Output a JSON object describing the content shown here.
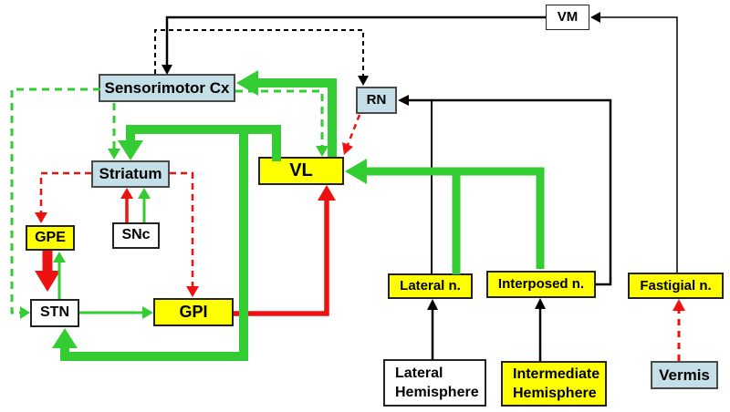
{
  "diagram": {
    "description": "Basal ganglia - cerebellum - thalamus circuit diagram",
    "colors": {
      "excitatory_green": "#33cc33",
      "inhibitory_red": "#ee1111",
      "neutral_black": "#000000",
      "node_yellow": "#ffff00",
      "node_blue": "#c5dfe8",
      "node_white": "#ffffff"
    }
  },
  "nodes": {
    "vm": {
      "label": "VM"
    },
    "sensorimotor_cx": {
      "label": "Sensorimotor Cx"
    },
    "rn": {
      "label": "RN"
    },
    "vl": {
      "label": "VL"
    },
    "striatum": {
      "label": "Striatum"
    },
    "gpe": {
      "label": "GPE"
    },
    "snc": {
      "label": "SNc"
    },
    "stn": {
      "label": "STN"
    },
    "gpi": {
      "label": "GPI"
    },
    "lateral_n": {
      "label": "Lateral n."
    },
    "interposed_n": {
      "label": "Interposed n."
    },
    "fastigial_n": {
      "label": "Fastigial n."
    },
    "lateral_hemisphere": {
      "line1": "Lateral",
      "line2": "Hemisphere"
    },
    "intermediate_hemisphere": {
      "line1": "Intermediate",
      "line2": "Hemisphere"
    },
    "vermis": {
      "label": "Vermis"
    }
  },
  "edges": [
    {
      "from": "VM",
      "to": "Sensorimotor Cx",
      "color": "black",
      "style": "solid"
    },
    {
      "from": "Fastigial n.",
      "to": "VM",
      "color": "black",
      "style": "solid"
    },
    {
      "from": "Lateral n.",
      "to": "RN",
      "color": "black",
      "style": "solid"
    },
    {
      "from": "Interposed n.",
      "to": "RN",
      "color": "black",
      "style": "solid"
    },
    {
      "from": "Sensorimotor Cx",
      "to": "RN",
      "color": "black",
      "style": "dashed"
    },
    {
      "from": "Lateral Hemisphere",
      "to": "Lateral n.",
      "color": "black",
      "style": "solid"
    },
    {
      "from": "Intermediate Hemisphere",
      "to": "Interposed n.",
      "color": "black",
      "style": "solid"
    },
    {
      "from": "Vermis",
      "to": "Fastigial n.",
      "color": "red",
      "style": "dashed"
    },
    {
      "from": "RN",
      "to": "VL",
      "color": "red",
      "style": "dashed"
    },
    {
      "from": "SNc",
      "to": "Striatum",
      "color": "red",
      "style": "solid"
    },
    {
      "from": "SNc",
      "to": "Striatum",
      "color": "green",
      "style": "solid"
    },
    {
      "from": "Striatum",
      "to": "GPE",
      "color": "red",
      "style": "dashed"
    },
    {
      "from": "Striatum",
      "to": "GPI",
      "color": "red",
      "style": "dashed"
    },
    {
      "from": "GPE",
      "to": "STN",
      "color": "red",
      "style": "solid-thick"
    },
    {
      "from": "STN",
      "to": "GPE",
      "color": "green",
      "style": "solid"
    },
    {
      "from": "STN",
      "to": "GPI",
      "color": "green",
      "style": "solid"
    },
    {
      "from": "GPI",
      "to": "VL",
      "color": "red",
      "style": "solid-thick"
    },
    {
      "from": "Sensorimotor Cx",
      "to": "STN",
      "color": "green",
      "style": "dashed"
    },
    {
      "from": "Sensorimotor Cx",
      "to": "Striatum",
      "color": "green",
      "style": "dashed"
    },
    {
      "from": "Sensorimotor Cx",
      "to": "VL",
      "color": "green",
      "style": "dashed"
    },
    {
      "from": "VL",
      "to": "Sensorimotor Cx",
      "color": "green",
      "style": "solid-thick"
    },
    {
      "from": "VL",
      "to": "Striatum",
      "color": "green",
      "style": "solid-thick"
    },
    {
      "from": "VL",
      "to": "STN",
      "color": "green",
      "style": "solid-thick"
    },
    {
      "from": "Lateral n.",
      "to": "VL",
      "color": "green",
      "style": "solid-thick"
    },
    {
      "from": "Interposed n.",
      "to": "VL",
      "color": "green",
      "style": "solid-thick"
    }
  ]
}
